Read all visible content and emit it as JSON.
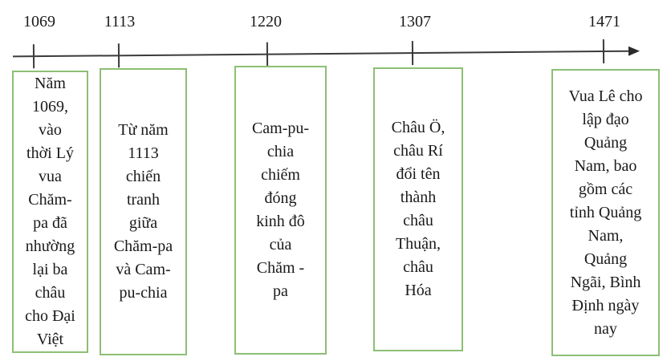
{
  "timeline": {
    "years": [
      "1069",
      "1113",
      "1220",
      "1307",
      "1471"
    ],
    "arrow_direction": "right"
  },
  "colors": {
    "box_border": "#8CBF74",
    "axis": "#3b3b3b",
    "text": "#1a1a1a"
  },
  "events": [
    {
      "year": "1069",
      "text": "Năm\n1069,\nvào\nthời Lý\nvua\nChăm-\npa đã\nnhường\nlại ba\nchâu\ncho Đại\nViệt"
    },
    {
      "year": "1113",
      "text": "Từ năm\n1113\nchiến\ntranh\ngiữa\nChăm-pa\nvà Cam-\npu-chia"
    },
    {
      "year": "1220",
      "text": "Cam-pu-\nchia\nchiếm\nđóng\nkinh đô\ncủa\nChăm -\npa"
    },
    {
      "year": "1307",
      "text": "Châu Ö,\nchâu Rí\nđổi tên\nthành\nchâu\nThuận,\nchâu\nHóa"
    },
    {
      "year": "1471",
      "text": "Vua Lê cho\nlập đạo\nQuảng\nNam, bao\ngồm các\ntỉnh Quảng\nNam,\nQuảng\nNgãi, Bình\nĐịnh ngày\nnay"
    }
  ]
}
